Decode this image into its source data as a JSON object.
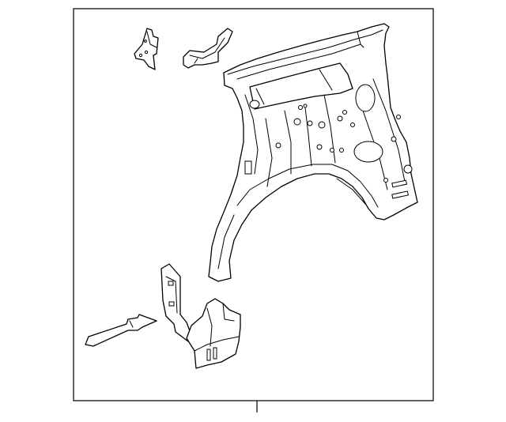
{
  "diagram": {
    "parts": [
      {
        "id": "upper-bracket",
        "icon": "bracket-part"
      },
      {
        "id": "upper-reinforcement",
        "icon": "reinforcement-part"
      },
      {
        "id": "quarter-inner-panel",
        "icon": "panel-part"
      },
      {
        "id": "lower-bracket",
        "icon": "bracket-part"
      },
      {
        "id": "wheelhouse-extension",
        "icon": "wheelhouse-part"
      },
      {
        "id": "lower-strip",
        "icon": "strip-part"
      }
    ],
    "callout_lines": 1
  }
}
